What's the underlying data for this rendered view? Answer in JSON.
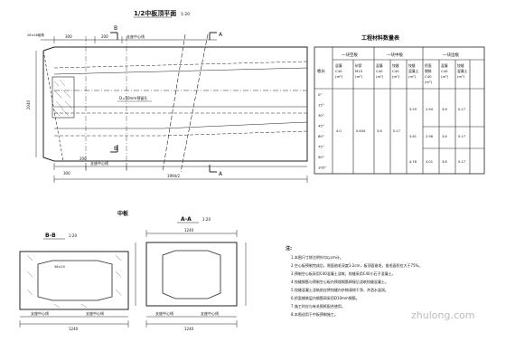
{
  "drawing": {
    "plan_title": "1/2中板顶平面",
    "plan_scale": "1:20",
    "plan_labels": {
      "top_left_note": "28×28倒角",
      "dim_top_1": "300",
      "dim_top_2": "200",
      "support_center_top": "支座中心线",
      "dim_left": "2040",
      "dim_bottom_1": "200",
      "dim_bottom_2": "300",
      "support_center_bottom": "支座中心线",
      "dim_total": "1994/2",
      "hinge_note": "D=50mm预留孔",
      "section_b": "B",
      "section_a": "A"
    },
    "sub_title": "中板",
    "section_bb": {
      "title": "B-B",
      "scale": "1:20",
      "dim_bottom": "1240",
      "label_left": "支座中心线",
      "label_right": "支座中心线",
      "inner_note": "56×20"
    },
    "section_aa": {
      "title": "A-A",
      "scale": "1:20",
      "dim_bottom": "1240",
      "label_left": "支座中心线",
      "label_right": "支座中心线",
      "dim_top": "1240"
    },
    "table": {
      "title": "工程材料数量表",
      "group_headers": [
        "一块空板",
        "一块中板",
        "一块边板"
      ],
      "row_header": "板长",
      "sub_headers": [
        "混凝\nC40\n(m³)",
        "砂浆\nM15\n(m³)",
        "混凝\nC40\n(m³)",
        "铰缝\nC40\n(m³)",
        "铰缝\n混凝土\n(m³)",
        "桥面\n铺装\nC40\n(m³)",
        "混凝\nC40\n(m³)",
        "铰缝\n混凝土\n(m³)"
      ],
      "row_labels": [
        "0°",
        "15°",
        "30°",
        "45°",
        "60°",
        "75°",
        "90°",
        "105°"
      ],
      "values": [
        [
          "4.0",
          "0.834",
          "3.6",
          "0.17",
          "3.59",
          "2.94",
          "3.6",
          "0.17"
        ],
        [
          "",
          "",
          "",
          "",
          "3.61",
          "2.96",
          "3.6",
          "0.17"
        ],
        [
          "",
          "",
          "",
          "",
          "4.76",
          "3.01",
          "3.6",
          "0.17"
        ]
      ]
    },
    "notes": {
      "heading": "注:",
      "lines": [
        "1.本图尺寸除注明外均以cm计。",
        "2.空心板预制完成后，侧面凿毛深度1-2cm，板顶面凿毛，凿毛面积应大于75%。",
        "3.预制空心板采用C40混凝土浇筑，铰缝采用C40小石子混凝土。",
        "4.铰缝钢筋与预制空心板内预埋钢筋焊接后浇筑铰缝混凝土。",
        "5.铰缝混凝土浇筑前应将铰缝内杂物清除干净，并洒水湿润。",
        "6.桥面铺装层内钢筋网采用D10mm钢筋。",
        "7.施工时应与有关图纸配合使用。",
        "8.本图适用于中板预制施工。"
      ]
    },
    "watermark": "zhulong.com"
  }
}
